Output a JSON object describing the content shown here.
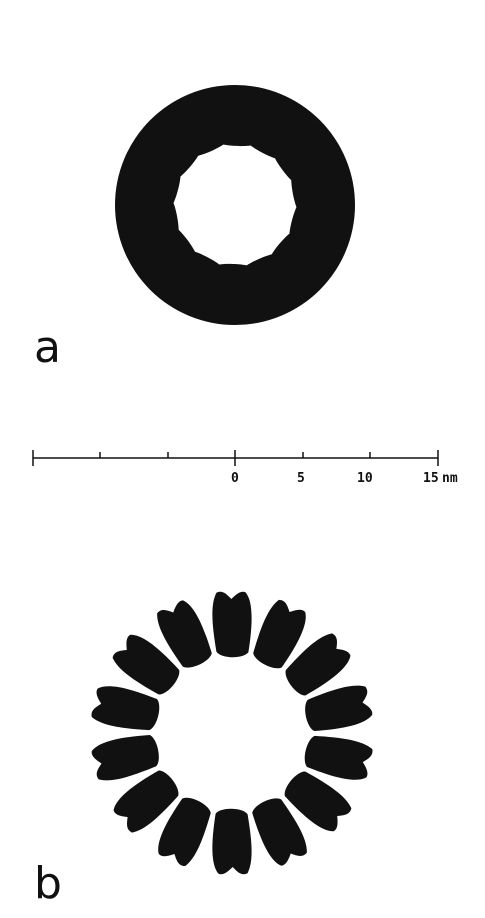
{
  "panels": [
    {
      "label": "a",
      "subunits": 14
    },
    {
      "label": "b",
      "subunits": 14
    }
  ],
  "scale_bar": {
    "ticks": [
      "0",
      "5",
      "10",
      "15"
    ],
    "unit": "nm"
  },
  "colors": {
    "ink": "#111111",
    "background": "#ffffff"
  }
}
